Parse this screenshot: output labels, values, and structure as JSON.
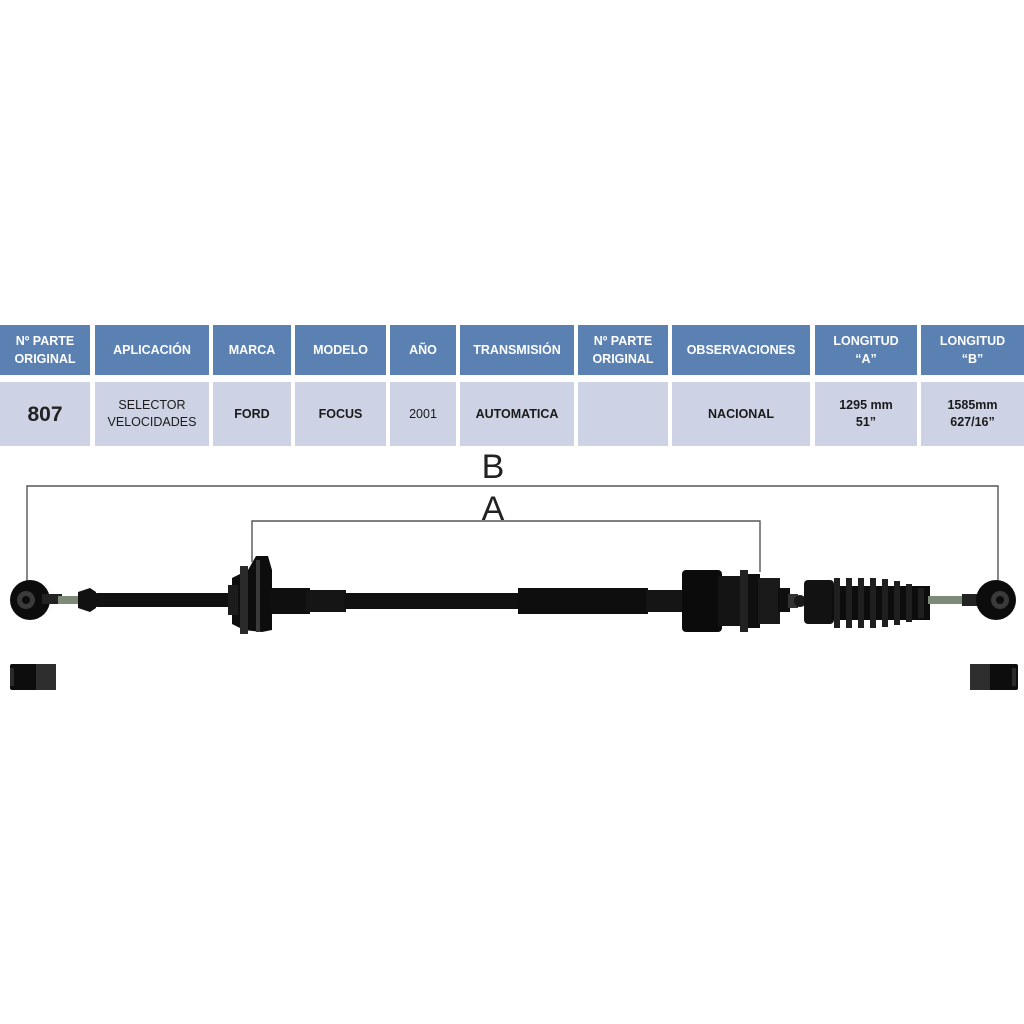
{
  "table": {
    "headers": [
      "Nº PARTE\nORIGINAL",
      "APLICACIÓN",
      "MARCA",
      "MODELO",
      "AÑO",
      "TRANSMISIÓN",
      "Nº PARTE\nORIGINAL",
      "OBSERVACIONES",
      "LONGITUD\n“A”",
      "LONGITUD\n“B”"
    ],
    "values": [
      "807",
      "SELECTOR\nVELOCIDADES",
      "FORD",
      "FOCUS",
      "2001",
      "AUTOMATICA",
      "",
      "NACIONAL",
      "1295 mm\n51”",
      "1585mm\n627/16”"
    ]
  },
  "diagram": {
    "label_b": "B",
    "label_a": "A"
  },
  "colors": {
    "header_bg": "#5b80b2",
    "value_bg": "#cdd3e4",
    "cable": "#111111"
  }
}
